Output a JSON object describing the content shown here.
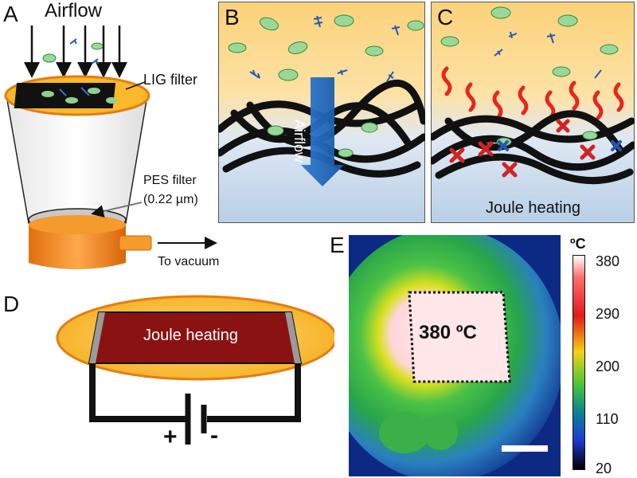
{
  "panels": {
    "A": {
      "letter": "A",
      "airflow_label": "Airflow",
      "lig_filter_label": "LIG filter",
      "pes_filter_label_line1": "PES filter",
      "pes_filter_label_line2": "(0.22 µm)",
      "vacuum_label": "To vacuum"
    },
    "B": {
      "letter": "B",
      "arrow_label": "Airflow"
    },
    "C": {
      "letter": "C",
      "caption": "Joule heating"
    },
    "D": {
      "letter": "D",
      "heater_label": "Joule heating",
      "plus": "+",
      "minus": "-"
    },
    "E": {
      "letter": "E",
      "temperature_label": "380 ºC",
      "colorbar_unit": "ºC",
      "colorbar_ticks": [
        "380",
        "290",
        "200",
        "110",
        "20"
      ]
    }
  },
  "colors": {
    "panel_bg_top": "#fbd27a",
    "panel_bg_bottom": "#b8cfe6",
    "airflow_arrow": "#1f6fc5",
    "heat_wave": "#e8261a",
    "kill_mark": "#d32222",
    "heater_fill": "#8b1212",
    "ellipse_fill": "#f9b92a",
    "base_orange": "#f08a1c"
  }
}
